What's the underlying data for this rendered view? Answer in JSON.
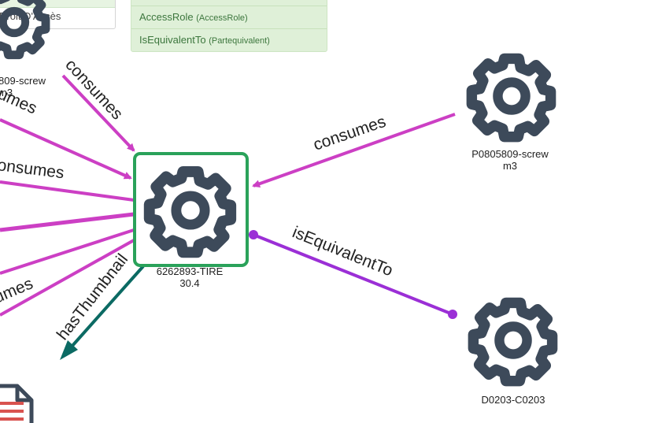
{
  "top_panels": {
    "left_item": "Droit D'Accès",
    "relations": [
      {
        "label": "AccessRole",
        "sub": "(AccessRole)"
      },
      {
        "label": "IsEquivalentTo",
        "sub": "(Partequivalent)"
      }
    ]
  },
  "nodes": {
    "center": {
      "line1": "6262893-TIRE",
      "line2": "30.4"
    },
    "top_left": {
      "line1": "809-screw",
      "line2": "m3"
    },
    "right": {
      "line1": "P0805809-screw",
      "line2": "m3"
    },
    "bottom_right": {
      "line1": "D0203-C0203"
    }
  },
  "edges": {
    "consumes_top_left": "consumes",
    "consumes_left_1": "umes",
    "consumes_left_2": "onsumes",
    "consumes_left_3": "umes",
    "consumes_right": "consumes",
    "is_equivalent_to": "isEquivalentTo",
    "has_thumbnail": "hasThumbnail"
  },
  "colors": {
    "consumes": "#cc3fc4",
    "is_equivalent_to": "#9b2fd6",
    "has_thumbnail": "#0b6a63",
    "selected_border": "#2aa25a",
    "icon": "#3d4a5a"
  },
  "icons": {
    "node": "gear-icon",
    "document": "document-icon"
  }
}
